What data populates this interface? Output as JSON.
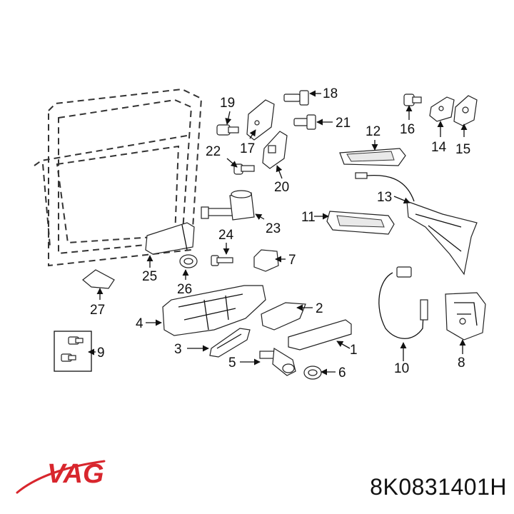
{
  "callouts": [
    "1",
    "2",
    "3",
    "4",
    "5",
    "6",
    "7",
    "8",
    "9",
    "10",
    "11",
    "12",
    "13",
    "14",
    "15",
    "16",
    "17",
    "18",
    "19",
    "20",
    "21",
    "22",
    "23",
    "24",
    "25",
    "26",
    "27"
  ],
  "brand": {
    "logo_text": "VAG",
    "logo_color": "#d8262d"
  },
  "part_number": "8K0831401H"
}
